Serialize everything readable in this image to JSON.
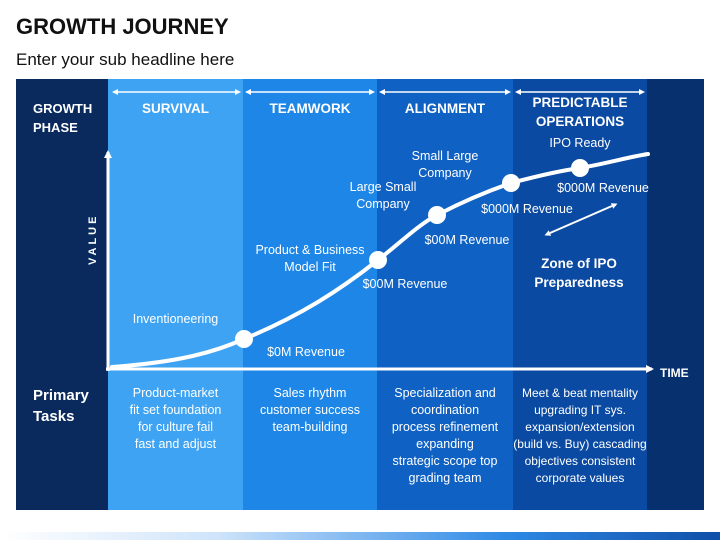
{
  "title": "GROWTH JOURNEY",
  "subtitle": "Enter your sub headline here",
  "growth_phase_label": "GROWTH\nPHASE",
  "value_axis_label": "VALUE",
  "time_axis_label": "TIME",
  "primary_tasks_label": "Primary\nTasks",
  "phases": [
    {
      "name": "SURVIVAL",
      "tasks": "Product-market\nfit set foundation\nfor culture fail\nfast and adjust"
    },
    {
      "name": "TEAMWORK",
      "tasks": "Sales rhythm\ncustomer success\nteam-building"
    },
    {
      "name": "ALIGNMENT",
      "tasks": "Specialization and\ncoordination\nprocess refinement\nexpanding\nstrategic scope top\ngrading team"
    },
    {
      "name": "PREDICTABLE\nOPERATIONS",
      "tasks": "Meet & beat mentality\nupgrading IT sys.\nexpansion/extension\n(build vs. Buy) cascading\nobjectives consistent\ncorporate values"
    }
  ],
  "milestones": [
    {
      "stage": "Inventioneering",
      "revenue": "$0M Revenue"
    },
    {
      "stage": "Product & Business\nModel Fit",
      "revenue": "$00M Revenue"
    },
    {
      "stage": "Large Small\nCompany",
      "revenue": "$00M Revenue"
    },
    {
      "stage": "Small Large\nCompany",
      "revenue": "$000M Revenue"
    },
    {
      "stage": "IPO Ready",
      "revenue": "$000M Revenue"
    }
  ],
  "zone_label": "Zone of IPO\nPreparedness",
  "colors": {
    "survival": "#3ea3f2",
    "teamwork": "#1d86e6",
    "alignment": "#0f61c3",
    "predictable": "#0b4aa2",
    "dark": "#0a2a5e"
  }
}
